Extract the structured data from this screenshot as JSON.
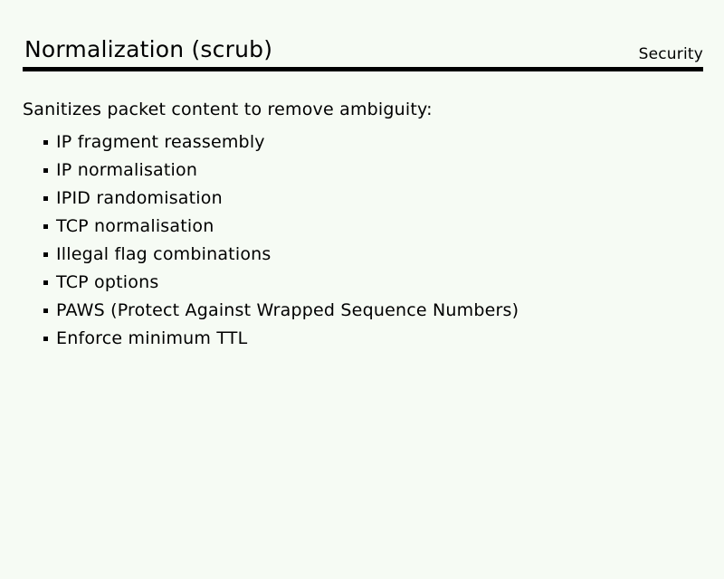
{
  "slide": {
    "header_label": "Security",
    "title": "Normalization (scrub)",
    "intro": "Sanitizes packet content to remove ambiguity:",
    "bullets": [
      "IP fragment reassembly",
      "IP normalisation",
      "IPID randomisation",
      "TCP normalisation",
      "Illegal flag combinations",
      "TCP options",
      "PAWS (Protect Against Wrapped Sequence Numbers)",
      "Enforce minimum TTL"
    ],
    "colors": {
      "background": "#f6fbf4",
      "text": "#000000",
      "rule": "#000000"
    }
  }
}
